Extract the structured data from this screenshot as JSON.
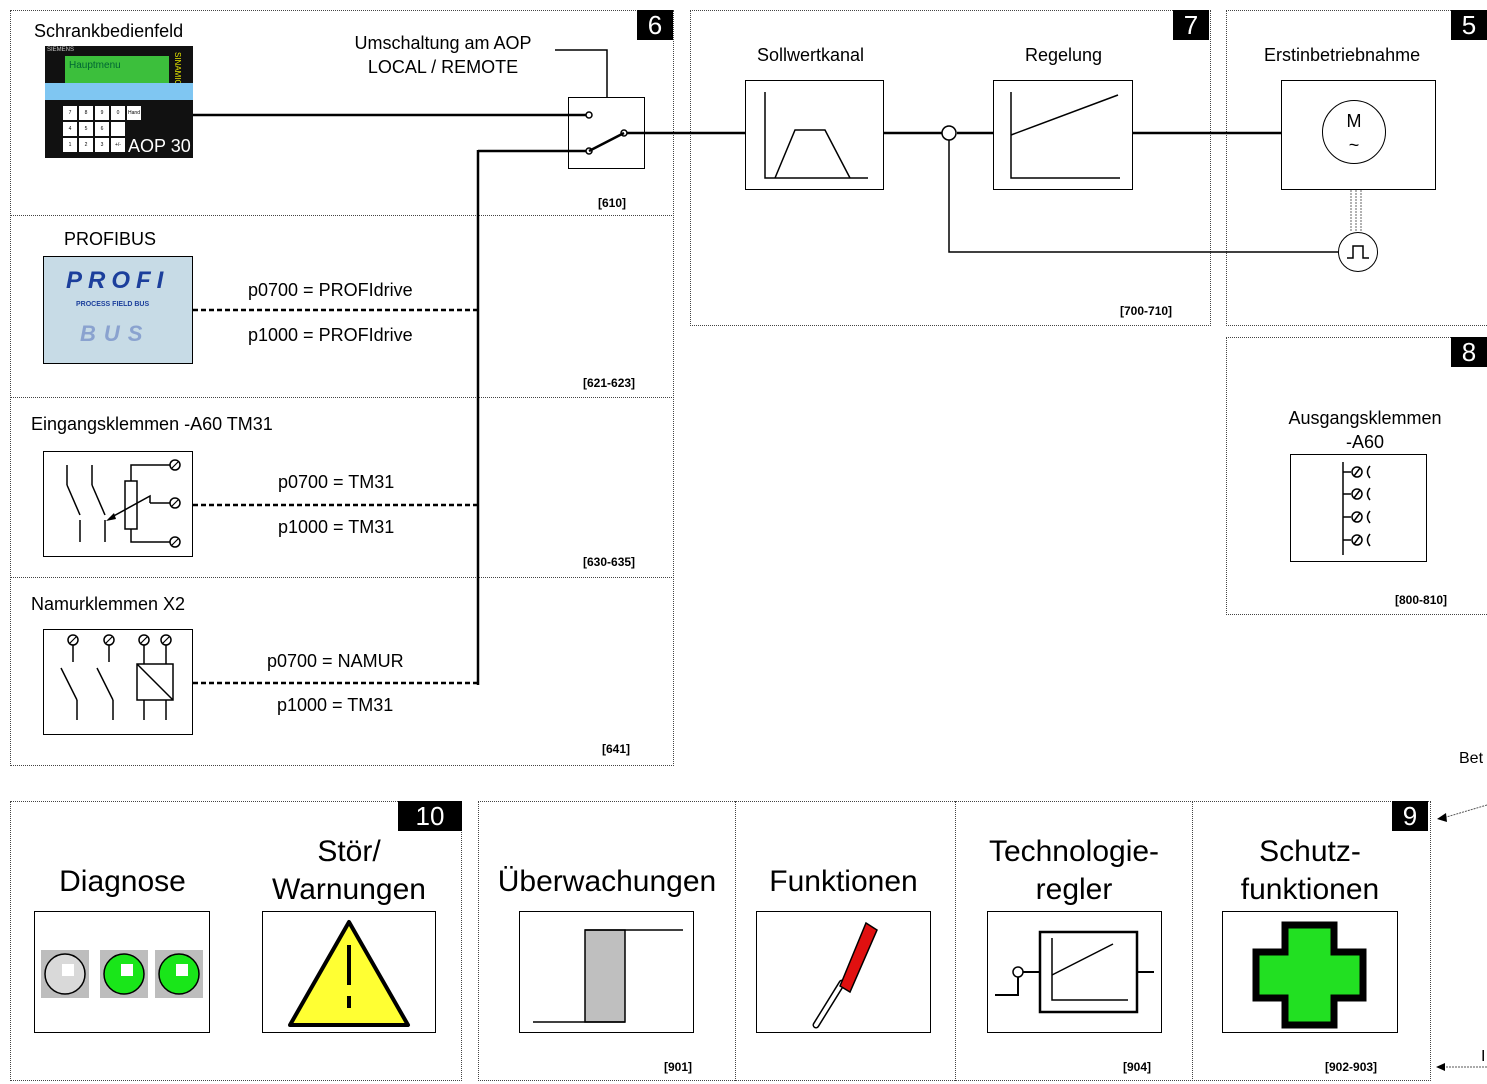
{
  "section6": {
    "number": "6",
    "aop_title": "Schrankbedienfeld",
    "aop_brand": "SIEMENS",
    "aop_screen_text": "Hauptmenu",
    "aop_side_text": "SINAMICS",
    "aop_keys": [
      "7",
      "8",
      "9",
      "0",
      "Hand Remote",
      "4",
      "5",
      "6",
      "",
      "1",
      "2",
      "3",
      "+/-"
    ],
    "aop_label": "AOP 30",
    "switch_label_line1": "Umschaltung am AOP",
    "switch_label_line2": "LOCAL / REMOTE",
    "ref_610": "[610]",
    "profibus_title": "PROFIBUS",
    "profibus_logo_top": "PROFI",
    "profibus_logo_mid": "PROCESS FIELD BUS",
    "profibus_logo_bottom": "BUS",
    "profibus_p0700": "p0700 = PROFIdrive",
    "profibus_p1000": "p1000 = PROFIdrive",
    "ref_621": "[621-623]",
    "tm31_title": "Eingangsklemmen -A60 TM31",
    "tm31_p0700": "p0700 = TM31",
    "tm31_p1000": "p1000 = TM31",
    "ref_630": "[630-635]",
    "namur_title": "Namurklemmen X2",
    "namur_p0700": "p0700 = NAMUR",
    "namur_p1000": "p1000 = TM31",
    "ref_641": "[641]"
  },
  "section7": {
    "number": "7",
    "sollwert_title": "Sollwertkanal",
    "regelung_title": "Regelung",
    "ref_700": "[700-710]"
  },
  "section5": {
    "number": "5",
    "title": "Erstinbetriebnahme",
    "motor_m": "M",
    "motor_tilde": "~"
  },
  "section8": {
    "number": "8",
    "title_line1": "Ausgangsklemmen",
    "title_line2": "-A60",
    "ref_800": "[800-810]"
  },
  "edge_text": {
    "bet": "Bet",
    "b": "I"
  },
  "section10": {
    "number": "10",
    "diagnose": "Diagnose",
    "stoer_line1": "Stör/",
    "stoer_line2": "Warnungen"
  },
  "section9": {
    "number": "9",
    "ueberwachungen": "Überwachungen",
    "ref_901": "[901]",
    "funktionen": "Funktionen",
    "techno_line1": "Technologie-",
    "techno_line2": "regler",
    "ref_904": "[904]",
    "schutz_line1": "Schutz-",
    "schutz_line2": "funktionen",
    "ref_902": "[902-903]"
  }
}
